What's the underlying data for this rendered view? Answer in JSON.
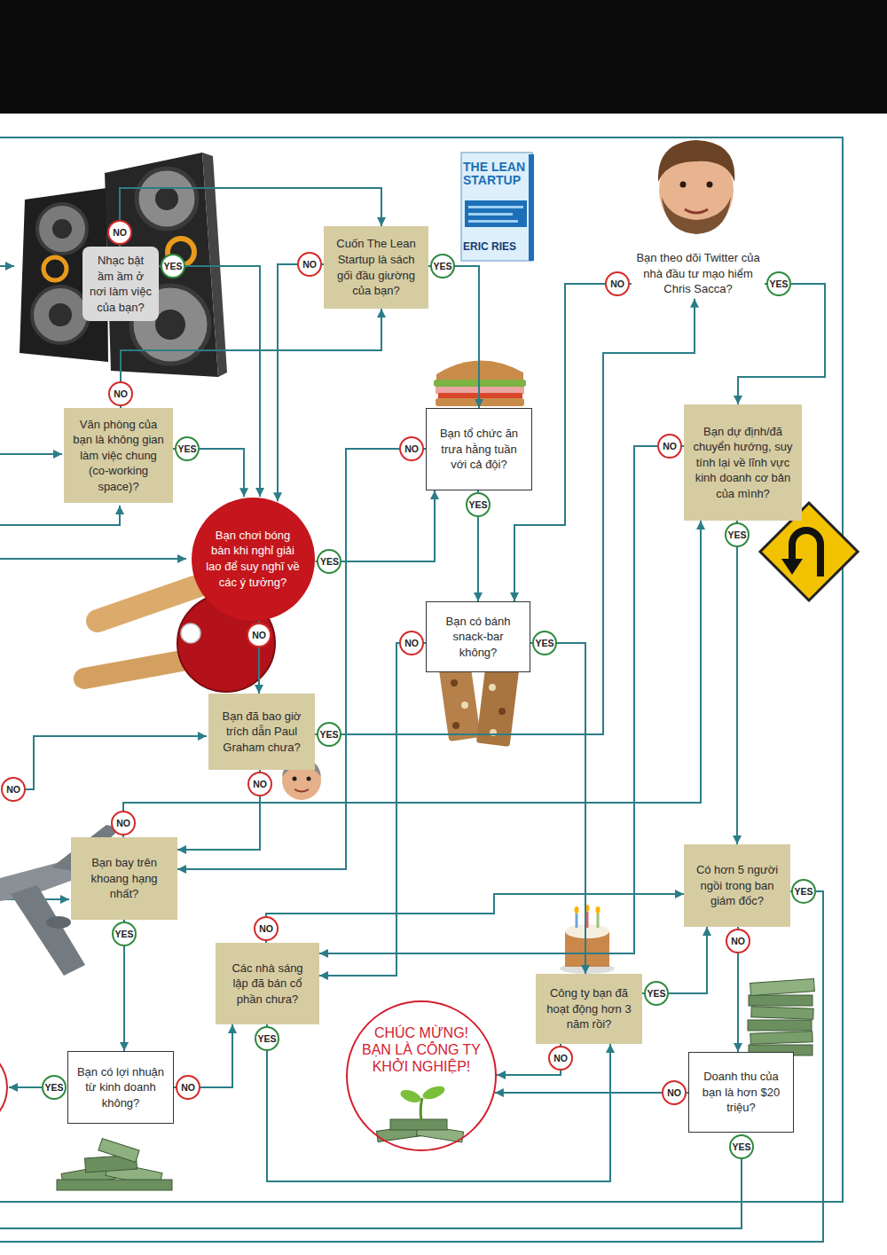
{
  "diagram": {
    "nodes": [
      {
        "text": [
          "Nhạc bật ầm ầm ở nơi làm việc của bạn?"
        ]
      },
      {
        "text": [
          "Cuốn The Lean Startup là sách gối đầu giường của bạn?"
        ]
      },
      {
        "text": [
          "Bạn theo dõi Twitter của nhà đầu tư mạo hiểm Chris Sacca?"
        ]
      },
      {
        "text": [
          "Văn phòng của bạn là không gian làm việc chung (co-working space)?"
        ]
      },
      {
        "text": [
          "Bạn tổ chức ăn trưa hằng tuần với cả đội?"
        ]
      },
      {
        "text": [
          "Bạn dự định/đã chuyển hướng, suy tính lại về lĩnh vực kinh doanh cơ bản của mình?"
        ]
      },
      {
        "text": [
          "Bạn chơi bóng bàn khi nghỉ giải lao để suy nghĩ về các ý tưởng?"
        ]
      },
      {
        "text": [
          "Bạn có bánh snack-bar không?"
        ]
      },
      {
        "text": [
          "Bạn đã bao giờ trích dẫn Paul Graham chưa?"
        ]
      },
      {
        "text": [
          "Bạn bay trên khoang hạng nhất?"
        ]
      },
      {
        "text": [
          "Có hơn 5 người ngồi trong ban giám đốc?"
        ]
      },
      {
        "text": [
          "Các nhà sáng lập đã bán cổ phần chưa?"
        ]
      },
      {
        "text": [
          "Công ty bạn đã hoạt động hơn 3 năm rồi?"
        ]
      },
      {
        "text": [
          "CHÚC MỪNG! BẠN LÀ CÔNG TY KHỞI NGHIỆP!"
        ]
      },
      {
        "text": [
          "Bạn có lợi nhuận từ kinh doanh không?"
        ]
      },
      {
        "text": [
          "Doanh thu của bạn là hơn $20 triệu?"
        ]
      }
    ],
    "edges": [
      {
        "from": 0,
        "to": 1,
        "arrow": "to",
        "label": "NO"
      },
      {
        "from": 0,
        "to": 6,
        "arrow": "to",
        "label": "YES"
      },
      {
        "from": 1,
        "to": 6,
        "arrow": "to",
        "label": "NO"
      },
      {
        "from": 1,
        "to": 4,
        "arrow": "to",
        "label": "YES"
      },
      {
        "from": 2,
        "to": 7,
        "arrow": "to",
        "label": "NO"
      },
      {
        "from": 2,
        "to": 5,
        "arrow": "to",
        "label": "YES"
      },
      {
        "from": 3,
        "to": 1,
        "arrow": "to",
        "label": "NO"
      },
      {
        "from": 3,
        "to": 6,
        "arrow": "to",
        "label": "YES"
      },
      {
        "from": 4,
        "to": 9,
        "arrow": "to",
        "label": "NO"
      },
      {
        "from": 4,
        "to": 7,
        "arrow": "to",
        "label": "YES"
      },
      {
        "from": 5,
        "to": 11,
        "arrow": "to",
        "label": "NO"
      },
      {
        "from": 5,
        "to": 10,
        "arrow": "to",
        "label": "YES"
      },
      {
        "from": 6,
        "to": 4,
        "arrow": "to",
        "label": "YES"
      },
      {
        "from": 6,
        "to": 8,
        "arrow": "to",
        "label": "NO"
      },
      {
        "from": 7,
        "to": 11,
        "arrow": "to",
        "label": "NO"
      },
      {
        "from": 7,
        "to": 12,
        "arrow": "to",
        "label": "YES"
      },
      {
        "from": 8,
        "to": 2,
        "arrow": "to",
        "label": "YES"
      },
      {
        "from": 8,
        "to": 9,
        "arrow": "to",
        "label": "NO"
      },
      {
        "from": 9,
        "to": 5,
        "arrow": "to",
        "label": "NO"
      },
      {
        "from": 9,
        "to": 14,
        "arrow": "to",
        "label": "YES"
      },
      {
        "from": 10,
        "to": 15,
        "arrow": "to",
        "label": "NO"
      },
      {
        "from": 11,
        "to": 10,
        "arrow": "to",
        "label": "NO"
      },
      {
        "from": 11,
        "to": 12,
        "arrow": "to",
        "label": "YES"
      },
      {
        "from": 12,
        "to": 10,
        "arrow": "to",
        "label": "YES"
      },
      {
        "from": 12,
        "to": 13,
        "arrow": "to",
        "label": "NO"
      },
      {
        "from": 14,
        "to": 11,
        "arrow": "to",
        "label": "NO"
      },
      {
        "from": 15,
        "to": 13,
        "arrow": "to",
        "label": "NO"
      }
    ],
    "labels": [
      "THE LEAN STARTUP",
      "ERIC RIES",
      "NO",
      "YES",
      "YES",
      "YES"
    ]
  }
}
